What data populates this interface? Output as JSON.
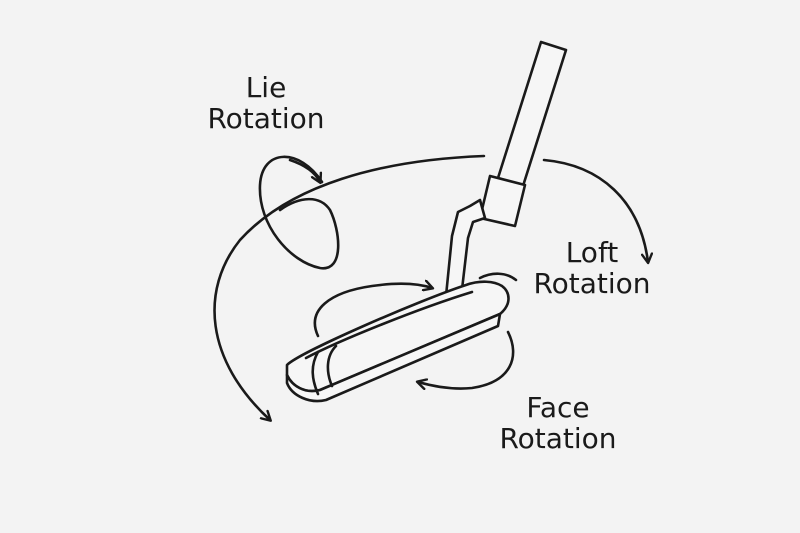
{
  "labels": {
    "lie": {
      "line1": "Lie",
      "line2": "Rotation"
    },
    "loft": {
      "line1": "Loft",
      "line2": "Rotation"
    },
    "face": {
      "line1": "Face",
      "line2": "Rotation"
    }
  },
  "colors": {
    "background": "#f3f3f3",
    "ink": "#1a1a1a"
  },
  "icons": [
    "arrowhead-icon"
  ]
}
